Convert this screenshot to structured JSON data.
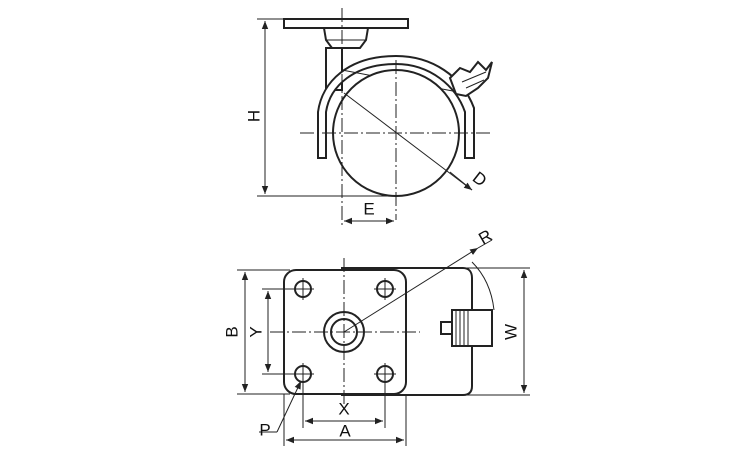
{
  "labels": {
    "H": "H",
    "E": "E",
    "D": "D",
    "R": "R",
    "B": "B",
    "Y": "Y",
    "W": "W",
    "X": "X",
    "A": "A",
    "P": "P"
  }
}
